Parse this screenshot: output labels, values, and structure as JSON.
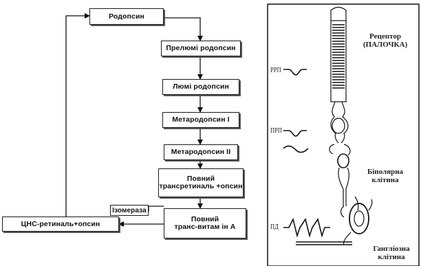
{
  "flow": {
    "rhodopsin": "Родопсин",
    "prelumirhodopsin": "Прелюмі родопсин",
    "lumirhodopsin": "Люмі родопсин",
    "metarhodopsin1": "Метародопсин І",
    "metarhodopsin2": "Метародопсин ІІ",
    "full_transretinal": [
      "Повний",
      "трансретиналь +опсин"
    ],
    "isomerase": "Ізомераза",
    "full_trans_vitamin_a": [
      "Повний",
      "транс-витам ін А"
    ],
    "cis_retinal": "ЦНС-ретиналь+опсин"
  },
  "cell": {
    "receptor": [
      "Рецептор",
      "(ПАЛОЧКА)"
    ],
    "bipolar": [
      "Біполярна",
      "клітина"
    ],
    "ganglion": [
      "Гангліозна",
      "клітина"
    ],
    "sig_rrp": "РРП",
    "sig_prp": "ПРП",
    "sig_pd": "ПД"
  }
}
